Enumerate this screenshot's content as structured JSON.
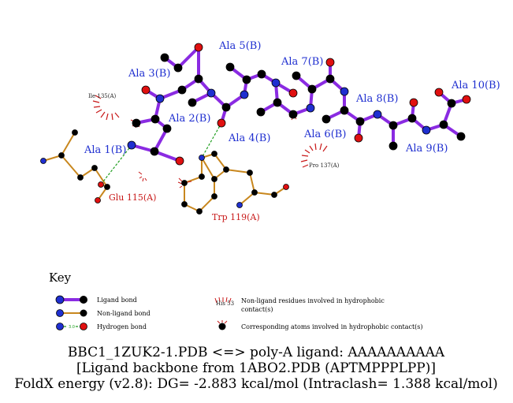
{
  "ligand_residues": [
    "Ala 1(B)",
    "Ala 2(B)",
    "Ala 3(B)",
    "Ala 4(B)",
    "Ala 5(B)",
    "Ala 6(B)",
    "Ala 7(B)",
    "Ala 8(B)",
    "Ala 9(B)",
    "Ala 10(B)"
  ],
  "protein_residues": [
    "Glu 115(A)",
    "Trp 119(A)"
  ],
  "hydrophobic_labels": [
    "Ile 135(A)",
    "Pro 137(A)"
  ],
  "key": {
    "title": "Key",
    "ligand_bond": "Ligand bond",
    "nonligand_bond": "Non-ligand bond",
    "hydrogen_bond": "Hydrogen bond",
    "hbond_distance": "3.0",
    "example_residue": "His 53",
    "hydrophobic_residues_line1": "Non-ligand residues involved in hydrophobic",
    "hydrophobic_residues_line2": "contact(s)",
    "corresponding_atoms": "Corresponding atoms involved in hydrophobic contact(s)"
  },
  "caption": {
    "line1": "BBC1_1ZUK2-1.PDB <=> poly-A ligand: AAAAAAAAAA",
    "line2": "[Ligand backbone from 1ABO2.PDB (APTMPPPLPP)]",
    "line3": "FoldX energy (v2.8): DG= -2.883 kcal/mol (Intraclash= 1.388 kcal/mol)"
  },
  "colors": {
    "ligand_bond": "#8a2be2",
    "nonligand_bond": "#c8871e",
    "hydrogen_bond": "#1f9e1f",
    "carbon": "#000000",
    "nitrogen": "#1f2fd0",
    "oxygen": "#e01010",
    "hydrophobic_arc": "#c81818"
  }
}
